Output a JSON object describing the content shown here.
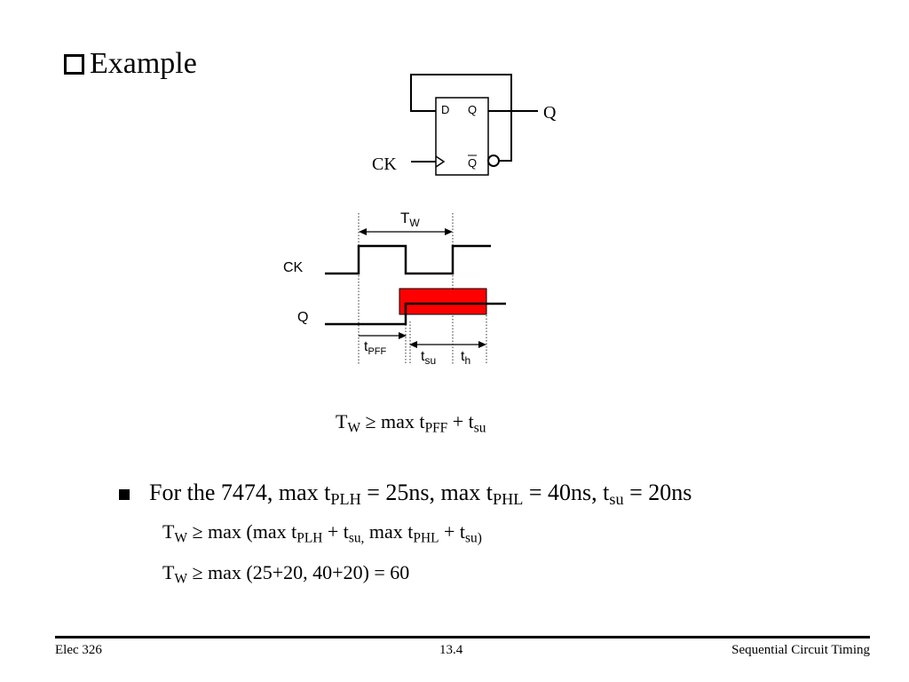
{
  "slide": {
    "title": "Example"
  },
  "circuit": {
    "pin_d": "D",
    "pin_q": "Q",
    "pin_qbar": "Q",
    "out_label": "Q",
    "clk_label": "CK"
  },
  "timing": {
    "ck_label": "CK",
    "q_label": "Q",
    "tw": {
      "main": "T",
      "sub": "W"
    },
    "tpff": {
      "main": "t",
      "sub": "PFF"
    },
    "tsu": {
      "main": "t",
      "sub": "su"
    },
    "th": {
      "main": "t",
      "sub": "h"
    },
    "colors": {
      "window": "#ff0000",
      "line": "#000000"
    }
  },
  "equation": {
    "lhs_main": "T",
    "lhs_sub": "W",
    "mid": " ≥ max t",
    "pff_sub": "PFF",
    "plus": " + t",
    "su_sub": "su"
  },
  "bullet": {
    "p1": "For the 7474, max t",
    "s1": "PLH",
    "p2": " = 25ns, max t",
    "s2": "PHL",
    "p3": " = 40ns, t",
    "s3": "su",
    "p4": " = 20ns"
  },
  "line2": {
    "a": "T",
    "a_sub": "W",
    "b": " ≥ max (max t",
    "b_sub": "PLH",
    "c": " + t",
    "c_sub": "su,",
    "d": " max t",
    "d_sub": "PHL",
    "e": " + t",
    "e_sub": "su)"
  },
  "line3": {
    "a": "T",
    "a_sub": "W",
    "b": " ≥ max (25+20, 40+20) = 60"
  },
  "footer": {
    "left": "Elec 326",
    "center": "13.4",
    "right": "Sequential Circuit Timing"
  }
}
